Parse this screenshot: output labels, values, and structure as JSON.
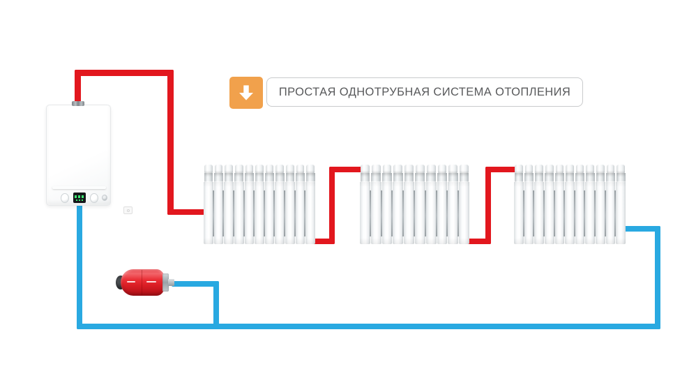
{
  "banner": {
    "title": "ПРОСТАЯ ОДНОТРУБНАЯ СИСТЕМА ОТОПЛЕНИЯ",
    "icon": "down-arrow-icon",
    "colors": {
      "icon_bg": "#F1A14C",
      "icon_glyph": "#FFFFFF",
      "box_border": "#C9CACC",
      "text": "#58595B"
    }
  },
  "schematic": {
    "pipes": {
      "supply_color": "#E2171E",
      "return_color": "#29A9E1"
    },
    "boiler": {
      "kind": "wall-hung-boiler"
    },
    "radiators": [
      {
        "sections": 11
      },
      {
        "sections": 10
      },
      {
        "sections": 11
      }
    ],
    "expansion_tank": {
      "body_color": "#D91D24"
    }
  }
}
